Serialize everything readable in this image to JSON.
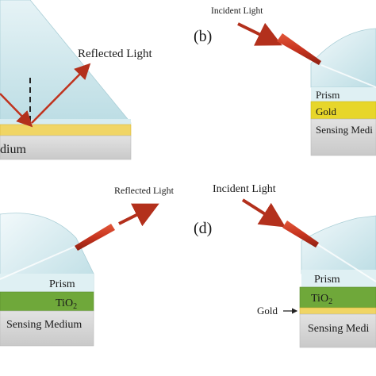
{
  "panel_a": {
    "reflected_label": "Reflected Light",
    "medium_label": "dium"
  },
  "panel_b": {
    "letter": "(b)",
    "incident_label": "Incident Light",
    "prism_label": "Prism",
    "gold_label": "Gold",
    "medium_label": "Sensing Medi"
  },
  "panel_c": {
    "reflected_label": "Reflected Light",
    "prism_label": "Prism",
    "tio2_label": "TiO",
    "tio2_subscript": "2",
    "medium_label": "Sensing Medium"
  },
  "panel_d": {
    "letter": "(d)",
    "incident_label": "Incident Light",
    "prism_label": "Prism",
    "tio2_label": "TiO",
    "tio2_subscript": "2",
    "gold_label": "Gold",
    "medium_label": "Sensing Medi"
  },
  "colors": {
    "prism": "#c9e4ea",
    "gold": "#f0d565",
    "gold_bright": "#e7d62a",
    "tio2": "#6fa83a",
    "medium": "#d4d4d4",
    "beam": "#c0331e"
  }
}
